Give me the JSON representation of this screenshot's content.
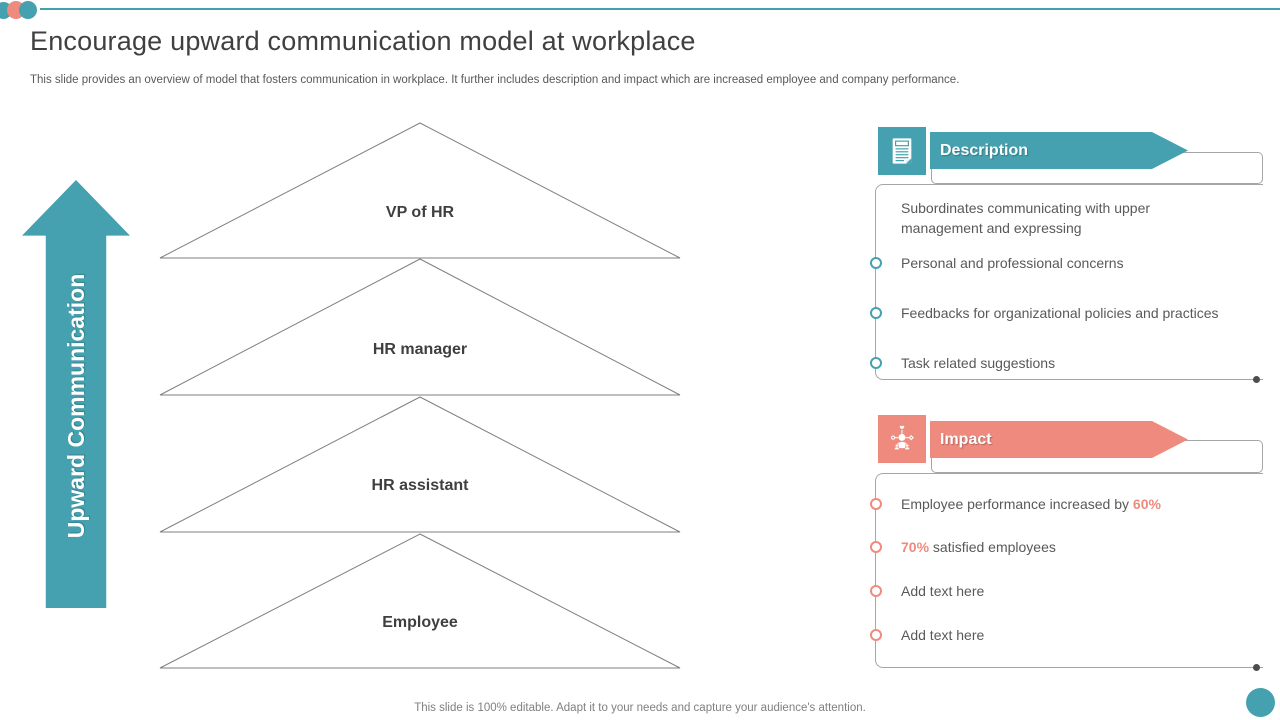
{
  "slide": {
    "title": "Encourage upward communication model at workplace",
    "subtitle": "This slide provides an overview of model that fosters communication in workplace. It further includes description and impact which are increased employee and company performance.",
    "footer": "This slide is 100% editable. Adapt it to your needs and capture your audience's attention."
  },
  "colors": {
    "teal": "#45a1af",
    "salmon": "#ee8a7e",
    "title-text": "#404040",
    "body-text": "#595959",
    "border-line": "#a6a6a6",
    "triangle-stroke": "#7f7f7f",
    "footer-text": "#808080"
  },
  "upward_arrow": {
    "label": "Upward Communication"
  },
  "pyramid": {
    "levels": [
      {
        "label": "VP of HR"
      },
      {
        "label": "HR manager"
      },
      {
        "label": "HR assistant"
      },
      {
        "label": "Employee"
      }
    ]
  },
  "description": {
    "header": "Description",
    "icon": "document-icon",
    "lead": "Subordinates communicating with upper management and expressing",
    "bullets": [
      "Personal and professional concerns",
      "Feedbacks for organizational policies and practices",
      "Task related suggestions"
    ]
  },
  "impact": {
    "header": "Impact",
    "icon": "person-network-icon",
    "bullets": [
      {
        "pre": "Employee performance increased by ",
        "highlight": "60%",
        "post": ""
      },
      {
        "pre": "",
        "highlight": "70%",
        "post": " satisfied employees"
      },
      {
        "pre": "Add text here",
        "highlight": "",
        "post": ""
      },
      {
        "pre": "Add text here",
        "highlight": "",
        "post": ""
      }
    ]
  }
}
